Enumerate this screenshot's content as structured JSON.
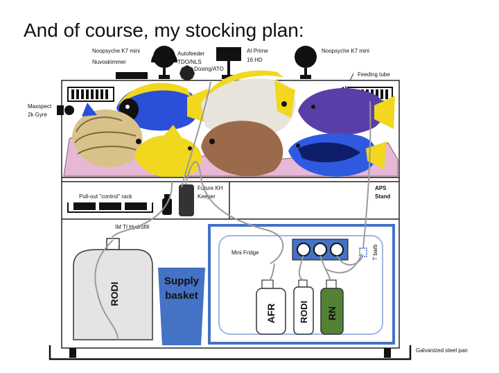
{
  "slide": {
    "title": "And of course, my stocking plan:"
  },
  "labels": {
    "noopsyche_left": "Noopsyche K7 mini",
    "nuvoskimmer": "Nuvoskimmer",
    "autofeeder": "Autofeeder",
    "tdo_nls": "TDO/NLS",
    "dosing_ato": "Dosing/ATO",
    "ai_prime": "AI Prime",
    "ai_prime_model": "16 HD",
    "noopsyche_right": "Noopsyche K7 mini",
    "feeding_tube": "Feeding tube",
    "maxspect": "Maxspect",
    "maxspect_model": "2k Gyre",
    "pullout_rack": "Pull-out \"control\" rack",
    "future_kh": "Future KH",
    "future_kh_2": "Keeper",
    "aps": "APS",
    "aps_2": "Stand",
    "hydrofill": "IM TI Hydrofill",
    "mini_fridge": "Mini Fridge",
    "t_barb": "T barb",
    "rodi_tank": "RODI",
    "supply": "Supply",
    "supply_2": "basket",
    "afr": "AFR",
    "rodi_bottle": "RODI",
    "rn": "RN",
    "steel_pan": "Galvanized steel pan"
  },
  "colors": {
    "tank_blue": "#4472c4",
    "bottle_green": "#548235",
    "fish_blue": "#2b4fd8",
    "fish_yellow": "#f1d71e"
  }
}
